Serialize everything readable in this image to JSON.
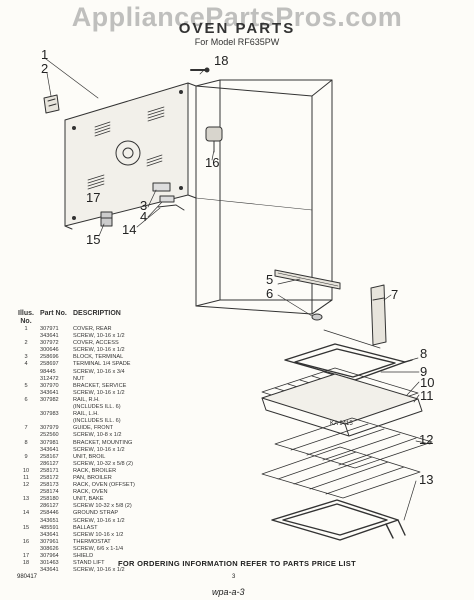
{
  "watermark": "AppliancePartsPros.com",
  "header": {
    "title": "OVEN PARTS",
    "model_line": "For Model RF635PW"
  },
  "callouts": [
    "1",
    "2",
    "3",
    "4",
    "5",
    "6",
    "7",
    "8",
    "9",
    "10",
    "11",
    "12",
    "13",
    "14",
    "15",
    "16",
    "17",
    "18"
  ],
  "table": {
    "col_illus": "Illus. No.",
    "col_part": "Part No.",
    "col_desc": "DESCRIPTION",
    "rows": [
      {
        "no": "1",
        "part": "307971",
        "desc": "COVER, REAR"
      },
      {
        "no": "",
        "part": "343641",
        "desc": "SCREW, 10-16 x 1/2"
      },
      {
        "no": "2",
        "part": "307972",
        "desc": "COVER, ACCESS"
      },
      {
        "no": "",
        "part": "300646",
        "desc": "SCREW, 10-16 x 1/2"
      },
      {
        "no": "3",
        "part": "258696",
        "desc": "BLOCK, TERMINAL"
      },
      {
        "no": "4",
        "part": "258697",
        "desc": "TERMINAL 1/4 SPADE"
      },
      {
        "no": "",
        "part": "98445",
        "desc": "SCREW, 10-16 x 3/4"
      },
      {
        "no": "",
        "part": "312472",
        "desc": "NUT"
      },
      {
        "no": "5",
        "part": "307970",
        "desc": "BRACKET, SERVICE"
      },
      {
        "no": "",
        "part": "343641",
        "desc": "SCREW, 10-16 x 1/2"
      },
      {
        "no": "6",
        "part": "307982",
        "desc": "RAIL, R.H."
      },
      {
        "no": "",
        "part": "",
        "desc": "(INCLUDES ILL. 6)"
      },
      {
        "no": "",
        "part": "307983",
        "desc": "RAIL, L.H."
      },
      {
        "no": "",
        "part": "",
        "desc": "(INCLUDES ILL. 6)"
      },
      {
        "no": "7",
        "part": "307979",
        "desc": "GUIDE, FRONT"
      },
      {
        "no": "",
        "part": "252560",
        "desc": "SCREW, 10-8 x 1/2"
      },
      {
        "no": "8",
        "part": "307981",
        "desc": "BRACKET, MOUNTING"
      },
      {
        "no": "",
        "part": "343641",
        "desc": "SCREW, 10-16 x 1/2"
      },
      {
        "no": "9",
        "part": "258167",
        "desc": "UNIT, BROIL"
      },
      {
        "no": "",
        "part": "286127",
        "desc": "SCREW, 10-32 x 5/8 (2)"
      },
      {
        "no": "10",
        "part": "258171",
        "desc": "RACK, BROILER"
      },
      {
        "no": "11",
        "part": "258172",
        "desc": "PAN, BROILER"
      },
      {
        "no": "12",
        "part": "258173",
        "desc": "RACK, OVEN (OFFSET)"
      },
      {
        "no": "",
        "part": "258174",
        "desc": "RACK, OVEN"
      },
      {
        "no": "13",
        "part": "258180",
        "desc": "UNIT, BAKE"
      },
      {
        "no": "",
        "part": "286127",
        "desc": "SCREW 10-32 x 5/8 (2)"
      },
      {
        "no": "14",
        "part": "258446",
        "desc": "GROUND STRAP"
      },
      {
        "no": "",
        "part": "343651",
        "desc": "SCREW, 10-16 x 1/2"
      },
      {
        "no": "15",
        "part": "485591",
        "desc": "BALLAST"
      },
      {
        "no": "",
        "part": "343641",
        "desc": "SCREW 10-16 x 1/2"
      },
      {
        "no": "16",
        "part": "307961",
        "desc": "THERMOSTAT"
      },
      {
        "no": "",
        "part": "308626",
        "desc": "SCREW, 6/6 x 1-1/4"
      },
      {
        "no": "17",
        "part": "307964",
        "desc": "SHIELD"
      },
      {
        "no": "18",
        "part": "301463",
        "desc": "STAND LIFT"
      },
      {
        "no": "",
        "part": "343641",
        "desc": "SCREW, 10-16 x 1/2"
      }
    ]
  },
  "diagram_code": "KA 9415",
  "footer": "FOR ORDERING INFORMATION REFER TO PARTS PRICE LIST",
  "doc_number": "980417",
  "page_number": "3",
  "signature": "wpa-a-3",
  "colors": {
    "ink": "#222222",
    "paper": "#fdfcf8",
    "watermark": "#8c8c8c"
  }
}
